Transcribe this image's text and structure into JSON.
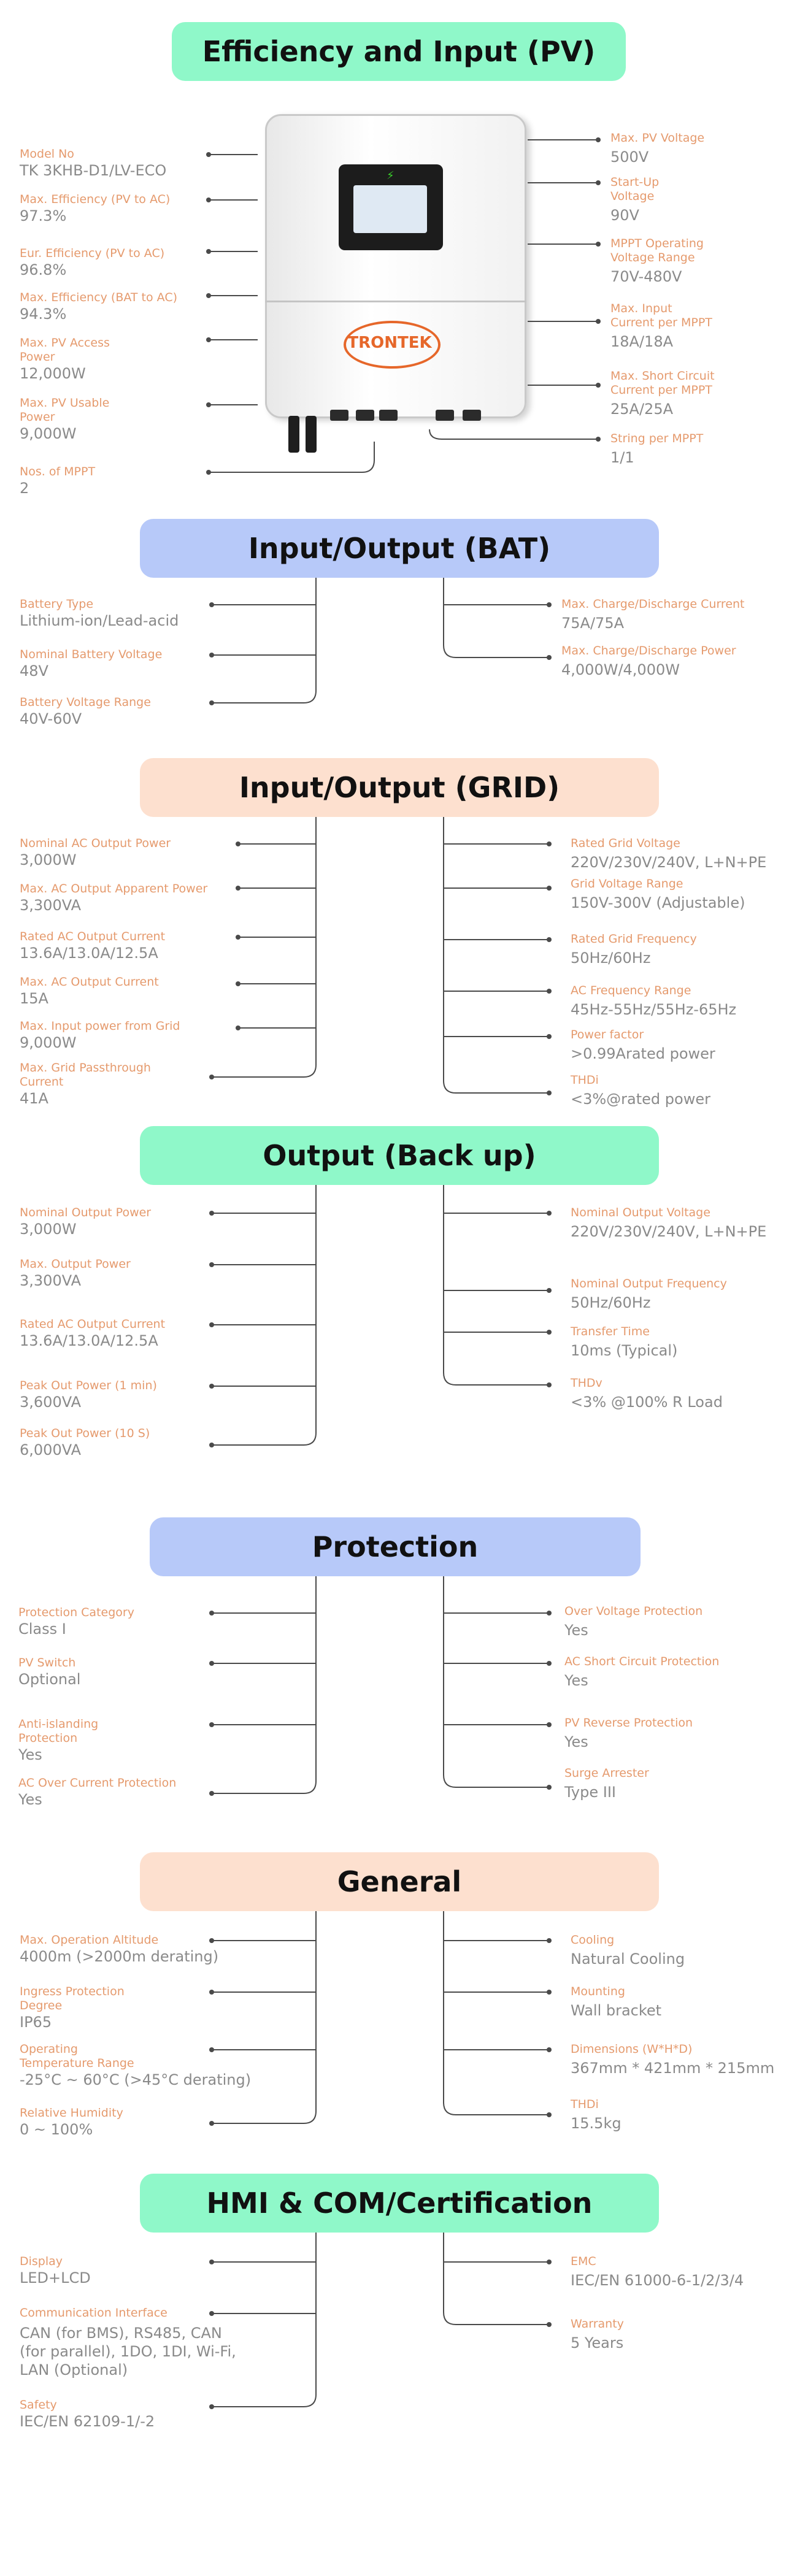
{
  "sections": {
    "pv": {
      "title": "Efficiency and Input (PV)",
      "left": [
        {
          "label": "Model No",
          "value": "TK 3KHB-D1/LV-ECO"
        },
        {
          "label": "Max. Efficiency (PV to AC)",
          "value": "97.3%"
        },
        {
          "label": "Eur. Efficiency (PV to AC)",
          "value": "96.8%"
        },
        {
          "label": "Max. Efficiency (BAT to AC)",
          "value": "94.3%"
        },
        {
          "label": "Max. PV Access\nPower",
          "value": "12,000W"
        },
        {
          "label": "Max. PV Usable\nPower",
          "value": "9,000W"
        },
        {
          "label": "Nos. of MPPT",
          "value": "2"
        }
      ],
      "right": [
        {
          "label": "Max. PV Voltage",
          "value": "500V"
        },
        {
          "label": "Start-Up\nVoltage",
          "value": "90V"
        },
        {
          "label": "MPPT Operating\nVoltage Range",
          "value": "70V-480V"
        },
        {
          "label": "Max. Input\nCurrent per MPPT",
          "value": "18A/18A"
        },
        {
          "label": "Max. Short Circuit\nCurrent per MPPT",
          "value": "25A/25A"
        },
        {
          "label": "String per MPPT",
          "value": "1/1"
        }
      ],
      "product": {
        "brand_logo": "TRONTEK",
        "status_icon": "lightning-bolt-icon"
      }
    },
    "bat": {
      "title": "Input/Output (BAT)",
      "left": [
        {
          "label": "Battery Type",
          "value": "Lithium-ion/Lead-acid"
        },
        {
          "label": "Nominal Battery Voltage",
          "value": "48V"
        },
        {
          "label": "Battery Voltage Range",
          "value": "40V-60V"
        }
      ],
      "right": [
        {
          "label": "Max. Charge/Discharge Current",
          "value": "75A/75A"
        },
        {
          "label": "Max. Charge/Discharge Power",
          "value": "4,000W/4,000W"
        }
      ]
    },
    "grid": {
      "title": "Input/Output (GRID)",
      "left": [
        {
          "label": "Nominal AC Output Power",
          "value": "3,000W"
        },
        {
          "label": "Max. AC Output Apparent Power",
          "value": "3,300VA"
        },
        {
          "label": "Rated AC Output Current",
          "value": "13.6A/13.0A/12.5A"
        },
        {
          "label": "Max. AC Output Current",
          "value": "15A"
        },
        {
          "label": "Max. Input power from Grid",
          "value": "9,000W"
        },
        {
          "label": "Max. Grid Passthrough\nCurrent",
          "value": "41A"
        }
      ],
      "right": [
        {
          "label": "Rated Grid Voltage",
          "value": "220V/230V/240V, L+N+PE"
        },
        {
          "label": "Grid Voltage Range",
          "value": "150V-300V (Adjustable)"
        },
        {
          "label": "Rated Grid Frequency",
          "value": "50Hz/60Hz"
        },
        {
          "label": "AC Frequency Range",
          "value": "45Hz-55Hz/55Hz-65Hz"
        },
        {
          "label": "Power factor",
          "value": ">0.99Arated power"
        },
        {
          "label": "THDi",
          "value": "<3%@rated power"
        }
      ]
    },
    "backup": {
      "title": "Output (Back up)",
      "left": [
        {
          "label": "Nominal Output Power",
          "value": "3,000W"
        },
        {
          "label": "Max. Output Power",
          "value": "3,300VA"
        },
        {
          "label": "Rated AC Output Current",
          "value": "13.6A/13.0A/12.5A"
        },
        {
          "label": "Peak Out Power (1 min)",
          "value": "3,600VA"
        },
        {
          "label": "Peak Out Power (10 S)",
          "value": "6,000VA"
        }
      ],
      "right": [
        {
          "label": "Nominal Output Voltage",
          "value": "220V/230V/240V, L+N+PE"
        },
        {
          "label": "Nominal Output Frequency",
          "value": "50Hz/60Hz"
        },
        {
          "label": "Transfer Time",
          "value": "10ms (Typical)"
        },
        {
          "label": "THDv",
          "value": "<3% @100% R Load"
        }
      ]
    },
    "protection": {
      "title": "Protection",
      "left": [
        {
          "label": "Protection Category",
          "value": "Class I"
        },
        {
          "label": "PV Switch",
          "value": "Optional"
        },
        {
          "label": "Anti-islanding\nProtection",
          "value": "Yes"
        },
        {
          "label": "AC Over Current Protection",
          "value": "Yes"
        }
      ],
      "right": [
        {
          "label": "Over Voltage Protection",
          "value": "Yes"
        },
        {
          "label": "AC Short Circuit Protection",
          "value": "Yes"
        },
        {
          "label": "PV Reverse Protection",
          "value": "Yes"
        },
        {
          "label": "Surge Arrester",
          "value": "Type III"
        }
      ]
    },
    "general": {
      "title": "General",
      "left": [
        {
          "label": "Max. Operation Altitude",
          "value": "4000m (>2000m derating)"
        },
        {
          "label": "Ingress Protection\nDegree",
          "value": "IP65"
        },
        {
          "label": "Operating\nTemperature Range",
          "value": "-25°C ~ 60°C (>45°C derating)"
        },
        {
          "label": "Relative Humidity",
          "value": "0 ~ 100%"
        }
      ],
      "right": [
        {
          "label": "Cooling",
          "value": "Natural Cooling"
        },
        {
          "label": "Mounting",
          "value": "Wall bracket"
        },
        {
          "label": "Dimensions (W*H*D)",
          "value": "367mm * 421mm * 215mm"
        },
        {
          "label": "THDi",
          "value": "15.5kg"
        }
      ]
    },
    "hmi": {
      "title": "HMI & COM/Certification",
      "left": [
        {
          "label": "Display",
          "value": "LED+LCD"
        },
        {
          "label": "Communication Interface",
          "value": "CAN (for BMS), RS485, CAN\n(for parallel), 1DO, 1DI, Wi-Fi,\nLAN (Optional)"
        },
        {
          "label": "Safety",
          "value": "IEC/EN 62109-1/-2"
        }
      ],
      "right": [
        {
          "label": "EMC",
          "value": "IEC/EN 61000-6-1/2/3/4"
        },
        {
          "label": "Warranty",
          "value": "5 Years"
        }
      ]
    }
  },
  "colors": {
    "label": "#e59a6d",
    "value": "#8a8a8a",
    "title_green": "#8ff8c9",
    "title_blue": "#b7c9f9",
    "title_peach": "#fde0cf",
    "brand_orange": "#e6672a"
  }
}
